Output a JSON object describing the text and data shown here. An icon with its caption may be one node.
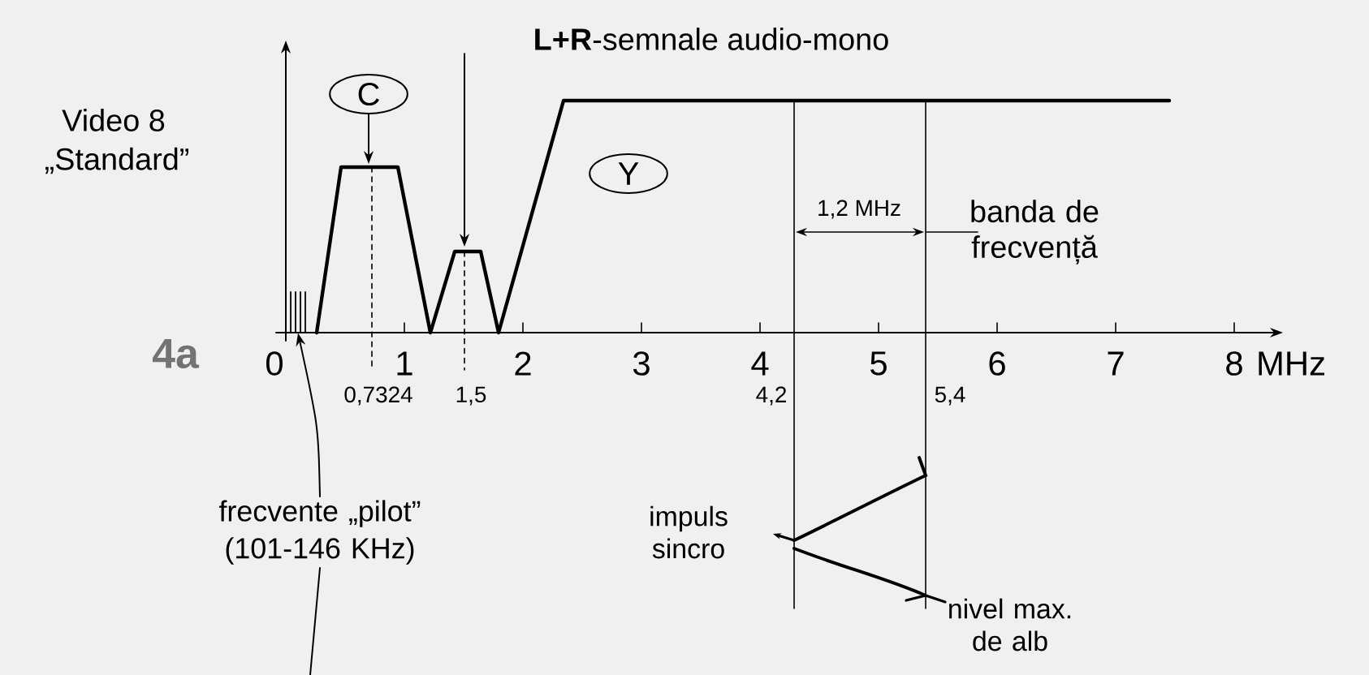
{
  "diagram": {
    "nodes": [
      {
        "text": [
          "C"
        ]
      },
      {
        "text": [
          "Y"
        ]
      },
      {
        "text": [
          "**L+R**-semnale audio-mono"
        ]
      },
      {
        "text": [
          "frecvente „pilot” (101-146 KHz)"
        ]
      },
      {
        "text": [],
        "shape": "bar"
      }
    ],
    "edges": [
      {
        "from": 0,
        "to": null,
        "arrow": "to"
      },
      {
        "from": 2,
        "to": null,
        "arrow": "to"
      },
      {
        "from": 3,
        "to": 4,
        "arrow": "to"
      },
      {
        "from": 3,
        "to": null,
        "arrow": "none"
      }
    ],
    "labels": [
      "Video 8",
      "„Standard”",
      "4a",
      "0",
      "1",
      "2",
      "3",
      "4",
      "5",
      "6",
      "7",
      "8",
      "MHz",
      "0,7324",
      "1,5",
      "4,2",
      "5,4",
      "1,2 MHz",
      "banda de frecvență",
      "impuls sincro",
      "nivel max. de alb"
    ]
  }
}
